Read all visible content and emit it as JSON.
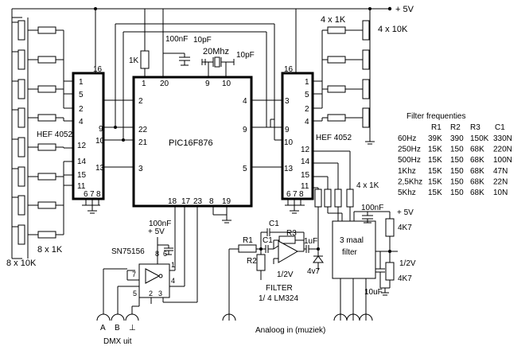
{
  "supply": {
    "vplus_top": "+ 5V",
    "vplus_right": "+ 5V",
    "vplus_driver": "+ 5V"
  },
  "left_mux": {
    "name": "HEF 4052",
    "pin_top": "16",
    "pins": [
      "1",
      "5",
      "2",
      "4",
      "9",
      "10",
      "12",
      "14",
      "15",
      "11",
      "13",
      "6",
      "7",
      "8"
    ]
  },
  "right_mux": {
    "name": "HEF 4052",
    "pin_top": "16",
    "pins": [
      "3",
      "1",
      "5",
      "2",
      "4",
      "9",
      "10",
      "12",
      "14",
      "15",
      "11",
      "13",
      "6",
      "7",
      "8"
    ]
  },
  "mcu": {
    "name": "PIC16F876",
    "pins_top": [
      "1",
      "20",
      "9",
      "10"
    ],
    "pins_left": [
      "2",
      "22",
      "21",
      "3"
    ],
    "pins_right": [
      "4",
      "9",
      "5"
    ],
    "pins_bottom": [
      "18",
      "17",
      "23",
      "8",
      "19"
    ]
  },
  "crystal": {
    "freq": "20Mhz",
    "cap_left": "10pF",
    "cap_right": "10pF"
  },
  "mcu_decoupling": {
    "cap": "100nF",
    "reset_res": "1K"
  },
  "left_pots": {
    "label": "8 x 10K"
  },
  "left_res": {
    "label": "8 x 1K"
  },
  "right_res": {
    "label": "4 x 1K"
  },
  "right_pots": {
    "label": "4 x 10K"
  },
  "dmx": {
    "chip": "SN75156",
    "cap": "100nF",
    "pins": [
      "8",
      "6",
      "1",
      "7",
      "4",
      "5",
      "2",
      "3"
    ],
    "outputs": [
      "A",
      "B",
      "⊥"
    ],
    "label": "DMX uit"
  },
  "filter_stage": {
    "r1": "R1",
    "r2": "R2",
    "r3": "R3",
    "c1_top": "C1",
    "c1_in": "C1",
    "half_v": "1/2V",
    "cap_out": "1uF",
    "zener": "4v7",
    "title_line1": "FILTER",
    "title_line2": "1/ 4 LM324"
  },
  "input_label": "Analoog in (muziek)",
  "four_x_1k": "4 x 1K",
  "filter_block": {
    "line1": "3 maal",
    "line2": "filter",
    "cap_top": "100nF",
    "r_top": "4K7",
    "r_bottom": "4K7",
    "half_v": "1/2V",
    "cap_bottom": "10uF"
  },
  "filter_table": {
    "title": "Filter frequenties",
    "headers": [
      "R1",
      "R2",
      "R3",
      "C1"
    ],
    "rows": [
      {
        "freq": "60Hz",
        "r1": "39K",
        "r2": "390",
        "r3": "150K",
        "c1": "330N"
      },
      {
        "freq": "250Hz",
        "r1": "15K",
        "r2": "150",
        "r3": "68K",
        "c1": "220N"
      },
      {
        "freq": "500Hz",
        "r1": "15K",
        "r2": "150",
        "r3": "68K",
        "c1": "100N"
      },
      {
        "freq": "1Khz",
        "r1": "15K",
        "r2": "150",
        "r3": "68K",
        "c1": "47N"
      },
      {
        "freq": "2,5Khz",
        "r1": "15K",
        "r2": "150",
        "r3": "68K",
        "c1": "22N"
      },
      {
        "freq": "5Khz",
        "r1": "15K",
        "r2": "150",
        "r3": "68K",
        "c1": "10N"
      }
    ]
  }
}
